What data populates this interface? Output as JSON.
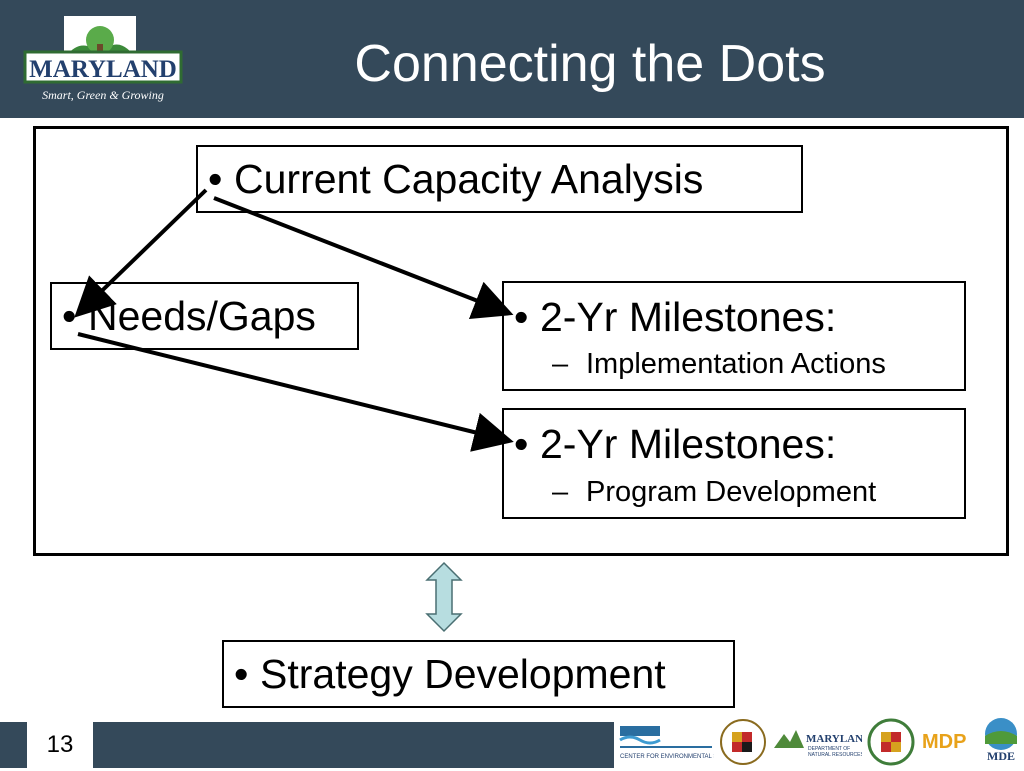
{
  "header": {
    "logo_text": "MARYLAND",
    "logo_tagline": "Smart, Green & Growing",
    "title": "Connecting the Dots"
  },
  "diagram": {
    "bullet": "•",
    "dash": "–",
    "current_capacity": "Current Capacity Analysis",
    "needs_gaps": "Needs/Gaps",
    "milestones_1_heading": "2-Yr Milestones:",
    "milestones_1_sub": "Implementation Actions",
    "milestones_2_heading": "2-Yr Milestones:",
    "milestones_2_sub": "Program Development",
    "strategy": "Strategy Development"
  },
  "footer": {
    "page_number": "13",
    "partner_logos": [
      "Center for Environmental Science",
      "University of Maryland",
      "Maryland Department of Natural Resources",
      "Maryland Department of Agriculture",
      "MDP",
      "MDE"
    ]
  },
  "colors": {
    "header_bg": "#34495a",
    "double_arrow_fill": "#b7dde0"
  }
}
